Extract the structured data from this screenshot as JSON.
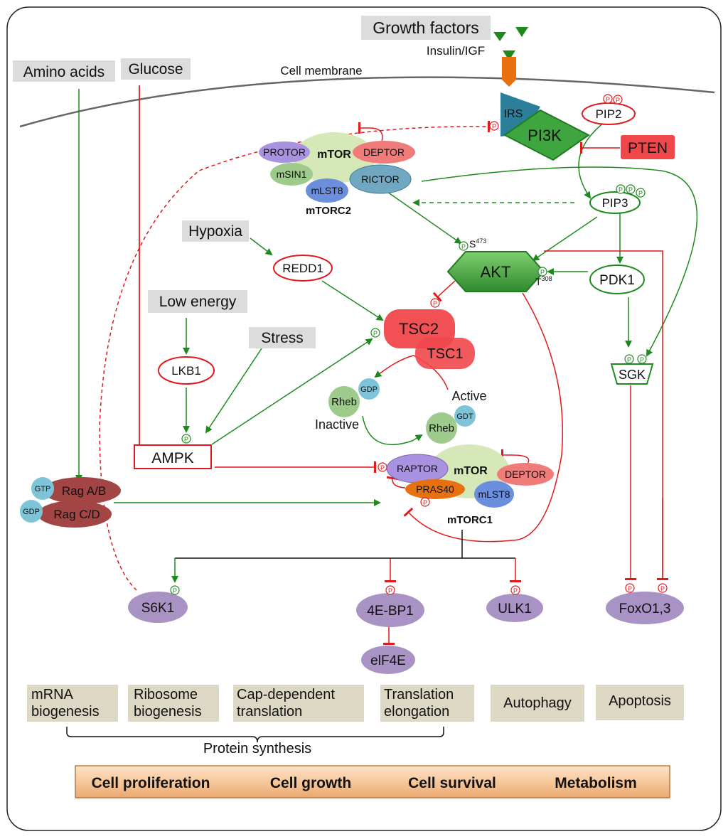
{
  "stimuli": {
    "growth_factors": "Growth factors",
    "insulin_igf": "Insulin/IGF",
    "amino_acids": "Amino acids",
    "glucose": "Glucose",
    "cell_membrane": "Cell membrane",
    "hypoxia": "Hypoxia",
    "low_energy": "Low energy",
    "stress": "Stress"
  },
  "nodes": {
    "irs": "IRS",
    "pi3k": "PI3K",
    "pip2": "PIP2",
    "pten": "PTEN",
    "pip3": "PIP3",
    "akt": "AKT",
    "s473": "S",
    "s473_sup": "473",
    "t308": "T",
    "t308_sup": "308",
    "pdk1": "PDK1",
    "sgk": "SGK",
    "redd1": "REDD1",
    "lkb1": "LKB1",
    "ampk": "AMPK",
    "tsc2": "TSC2",
    "tsc1": "TSC1",
    "rheb_inactive": "Rheb",
    "rheb_active": "Rheb",
    "gdp": "GDP",
    "gdt": "GDT",
    "active": "Active",
    "inactive": "Inactive",
    "rag_ab": "Rag A/B",
    "rag_cd": "Rag C/D",
    "gtp": "GTP",
    "gdp_rag": "GDP",
    "s6k1": "S6K1",
    "4ebp1": "4E-BP1",
    "eif4e": "elF4E",
    "ulk1": "ULK1",
    "foxo": "FoxO1,3",
    "phospho": "P"
  },
  "mtorc2": {
    "protor": "PROTOR",
    "mtor": "mTOR",
    "deptor": "DEPTOR",
    "msin1": "mSIN1",
    "rictor": "RICTOR",
    "mlst8": "mLST8",
    "label": "mTORC2"
  },
  "mtorc1": {
    "raptor": "RAPTOR",
    "mtor": "mTOR",
    "deptor": "DEPTOR",
    "pras40": "PRAS40",
    "mlst8": "mLST8",
    "label": "mTORC1"
  },
  "processes": {
    "mrna_1": "mRNA",
    "mrna_2": "biogenesis",
    "ribosome_1": "Ribosome",
    "ribosome_2": "biogenesis",
    "cap_1": "Cap-dependent",
    "cap_2": "translation",
    "transl_1": "Translation",
    "transl_2": "elongation",
    "autophagy": "Autophagy",
    "apoptosis": "Apoptosis",
    "protein_synthesis": "Protein synthesis"
  },
  "outcomes": {
    "proliferation": "Cell proliferation",
    "growth": "Cell growth",
    "survival": "Cell survival",
    "metabolism": "Metabolism"
  },
  "colors": {
    "activation": "#1e8a1e",
    "inhibition": "#e0191b",
    "label_bg": "#dcdcdc",
    "process_bg": "#ddd8c4",
    "purple": "#a992c4",
    "red_protein": "#f0474b",
    "green_protein": "#3fa53f"
  }
}
